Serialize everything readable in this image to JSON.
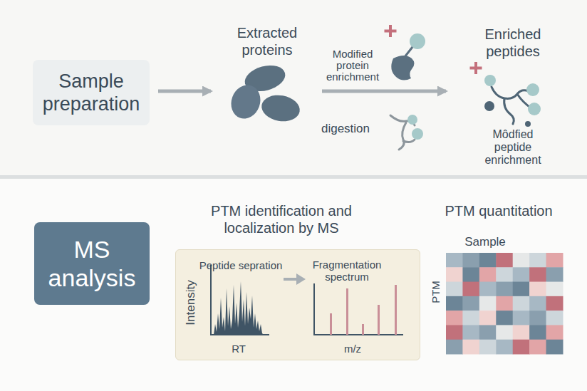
{
  "diagram": {
    "nodes": [
      {
        "text": [
          "Sample preparation"
        ]
      },
      {
        "text": [
          "Extracted proteins"
        ]
      },
      {
        "text": [
          "Enriched peptides",
          "Môdfied peptide enrichment"
        ]
      },
      {
        "text": [
          "MS analysis"
        ]
      },
      {
        "text": [
          "PTM identification and localization by MS",
          "Peptide sepration",
          "Intensity",
          "RT",
          "Fragmentation spectrum",
          "m/z"
        ]
      }
    ],
    "edges": [
      {
        "from": 0,
        "to": 1,
        "arrow": "to"
      },
      {
        "from": 1,
        "to": 2,
        "arrow": "to"
      }
    ],
    "labels": [
      "Modified protein enrichment",
      "digestion",
      "PTM quantitation",
      "Sample",
      "PTM"
    ]
  }
}
